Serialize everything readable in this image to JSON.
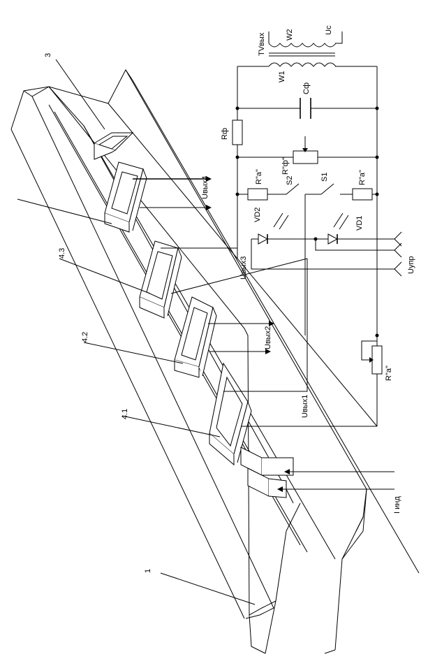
{
  "labels": {
    "label_1": "1",
    "label_3": "3",
    "label_4_1": "4.1",
    "label_4_2": "4.2",
    "label_4_3": "4.3",
    "uvyh1": "Uвых1",
    "uvyh2": "Uвых2",
    "uvyh3": "Uвых3",
    "uvyh4": "Uвых4",
    "iind": "I инд",
    "uupr": "Uупр",
    "uc": "Uc",
    "tvvyh": "TVвых",
    "w1": "W1",
    "w2": "W2",
    "cf": "Cф",
    "rf": "Rф",
    "rf_var": "R\"ф\"",
    "ra_top": "R\"a\"",
    "ra_mid": "R\"a\"",
    "ra_low": "R\"a\"",
    "s1": "S1",
    "s2": "S2",
    "vd1": "VD1",
    "vd2": "VD2"
  }
}
